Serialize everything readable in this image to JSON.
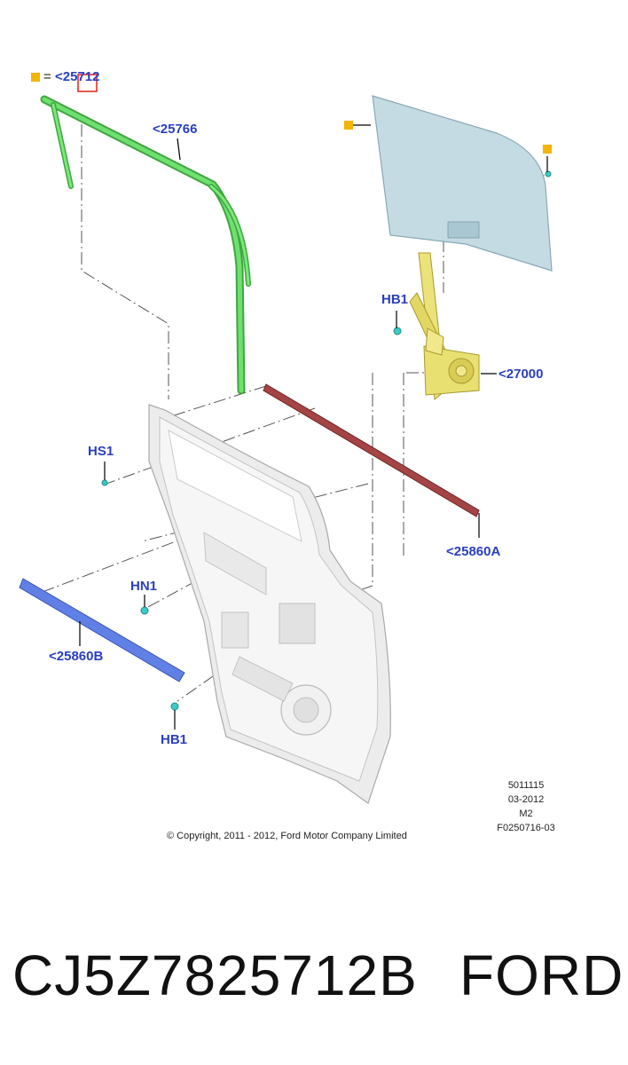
{
  "legend": {
    "equals": "=",
    "ref": "<25712"
  },
  "callouts": {
    "p25766": "<25766",
    "p27000": "<27000",
    "p25860a": "<25860A",
    "p25860b": "<25860B",
    "hb1_upper": "HB1",
    "hb1_lower": "HB1",
    "hs1": "HS1",
    "hn1": "HN1"
  },
  "meta": {
    "line1": "5011115",
    "line2": "03-2012",
    "line3": "M2",
    "line4": "F0250716-03"
  },
  "copyright": "© Copyright, 2011 - 2012, Ford Motor Company Limited",
  "caption": {
    "part_number": "CJ5Z7825712B",
    "brand": "FORD"
  },
  "colors": {
    "callout_blue": "#2a3fbf",
    "marker_orange": "#f5b400",
    "highlight_red": "#e02020",
    "weatherstrip_green": "#5cd65c",
    "glass_blue": "#b9d3de",
    "regulator_yellow": "#e8e070",
    "belt_molding_red": "#9a3a3a",
    "belt_molding_blue": "#5a78e0",
    "fastener_teal": "#3ec8c8"
  }
}
